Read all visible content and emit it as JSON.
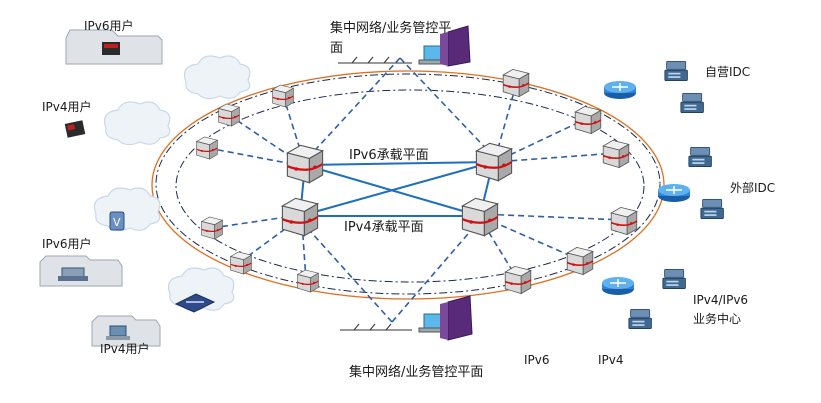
{
  "diagram": {
    "top_mgmt_label_line1": "集中网络/业务管控平",
    "top_mgmt_label_line2": "面",
    "bottom_mgmt_label": "集中网络/业务管控平面",
    "ipv6_plane_label": "IPv6承载平面",
    "ipv4_plane_label": "IPv4承载平面",
    "left_users": [
      {
        "label": "IPv6用户",
        "icon": "phone-icon"
      },
      {
        "label": "IPv4用户",
        "icon": "phone-icon"
      },
      {
        "label": "IPv6用户",
        "icon": "server-icon"
      },
      {
        "label": "IPv4用户",
        "icon": "computer-icon"
      }
    ],
    "right_sites": {
      "self_idc": "自营IDC",
      "external_idc": "外部IDC",
      "service_center_line1": "IPv4/IPv6",
      "service_center_line2": "业务中心"
    },
    "legend": {
      "ipv6": "IPv6",
      "ipv4": "IPv4"
    },
    "colors": {
      "solid_link": "#1f6fbf",
      "dashed_link": "#2f5fa8",
      "ring_outer": "#e07020",
      "ring_inner": "#1a2a4a",
      "router": "#1a75c8",
      "server": "#2c5d8f",
      "cloud": "#c8d8ea",
      "house": "#9ea7b0"
    }
  }
}
